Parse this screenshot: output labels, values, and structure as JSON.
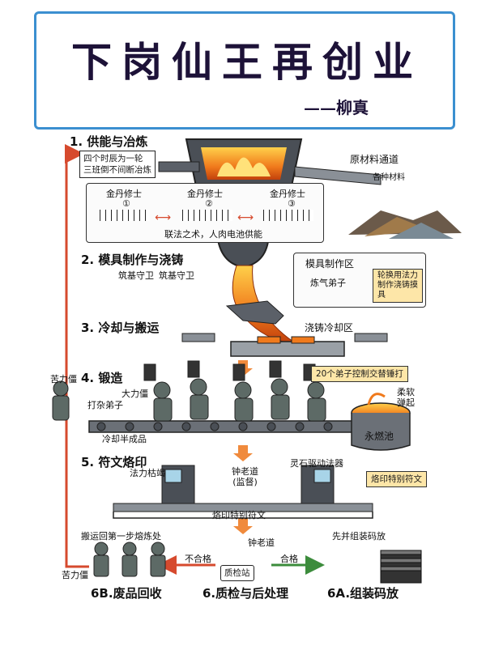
{
  "title": "下岗仙王再创业",
  "author": "——柳真",
  "sections": {
    "s1": "1. 供能与冶炼",
    "s2": "2. 模具制作与浇铸",
    "s3": "3. 冷却与搬运",
    "s4": "4. 锻造",
    "s5": "5. 符文烙印",
    "s6": "6.质检与后处理",
    "s6a": "6A.组装码放",
    "s6b": "6B.废品回收"
  },
  "labels": {
    "shift_note": "四个时辰为一轮\n三班倒不间断冶炼",
    "raw_channel": "原材料通道",
    "raw_types": "各种材料",
    "cultivator": "金丹修士",
    "num1": "①",
    "num2": "②",
    "num3": "③",
    "battery": "联法之术，人肉电池供能",
    "guard": "筑基守卫",
    "mold_area": "模具制作区",
    "refiner": "炼气弟子",
    "mold_note": "轮换用法力\n制作浇铸摸\n具",
    "cooling_area": "浇铸冷却区",
    "bitter1": "苦力僵",
    "hammer_note": "20个弟子控制交替锤打",
    "big_zombie": "大力僵",
    "odd_job": "打杂弟子",
    "cool_semi": "冷却半成品",
    "soft": "柔软\n弹起",
    "pool": "永燃池",
    "mana_depleted": "法力枯竭",
    "zhong": "钟老道\n(监督)",
    "spirit_stone": "灵石驱动法器",
    "rune_stamp": "烙印特别符文",
    "rune_bottom": "烙印特别符文",
    "return_label": "搬运回第一步熔炼处",
    "zhong2": "钟老道",
    "assemble_first": "先并组装码放",
    "fail": "不合格",
    "pass": "合格",
    "qc": "质检站",
    "bitter2": "苦力僵"
  }
}
